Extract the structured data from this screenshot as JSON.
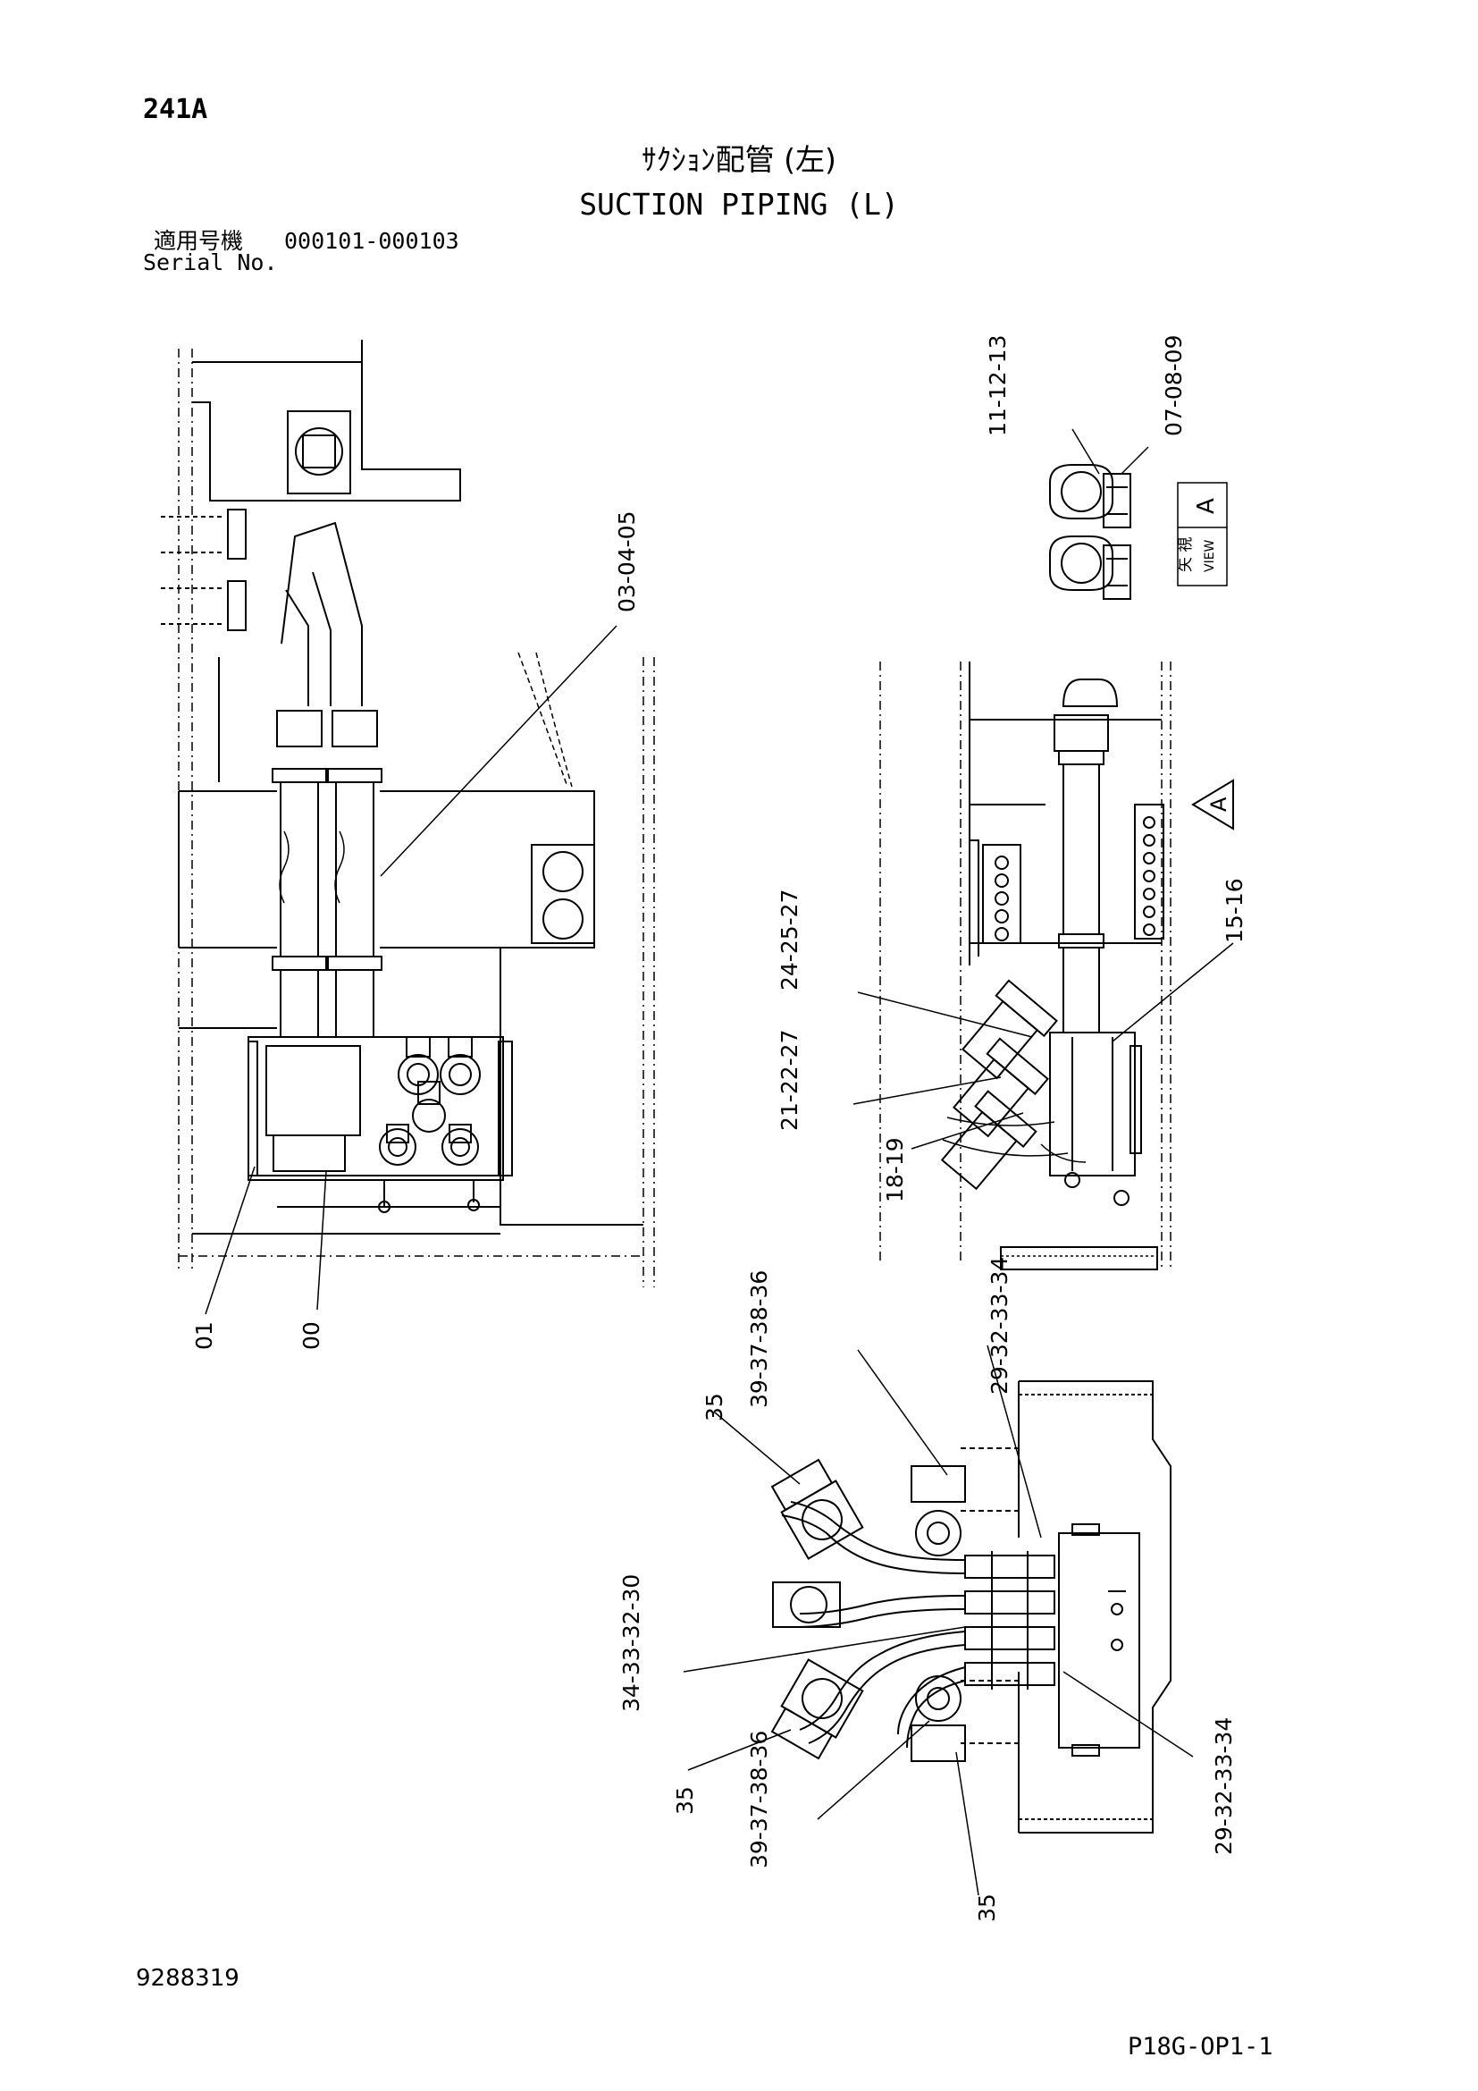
{
  "page": {
    "page_id": "241A",
    "title_ja": "ｻｸｼｮﾝ配管 (左)",
    "title_en": "SUCTION PIPING (L)",
    "serial_label_ja": "適用号機",
    "serial_label_en": "Serial No.",
    "serial_range": "000101-000103",
    "doc_number": "9288319",
    "sheet_code": "P18G-OP1-1"
  },
  "view_label": {
    "ja": "矢 視",
    "en": "VIEW",
    "letter": "A"
  },
  "arrow_letter": "A",
  "callouts": [
    "11-12-13",
    "07-08-09",
    "03-04-05",
    "15-16",
    "24-25-27",
    "21-22-27",
    "18-19",
    "01",
    "00",
    "39-37-38-36",
    "29-32-33-34",
    "35",
    "34-33-32-30",
    "35",
    "39-37-38-36",
    "35",
    "29-32-33-34"
  ]
}
